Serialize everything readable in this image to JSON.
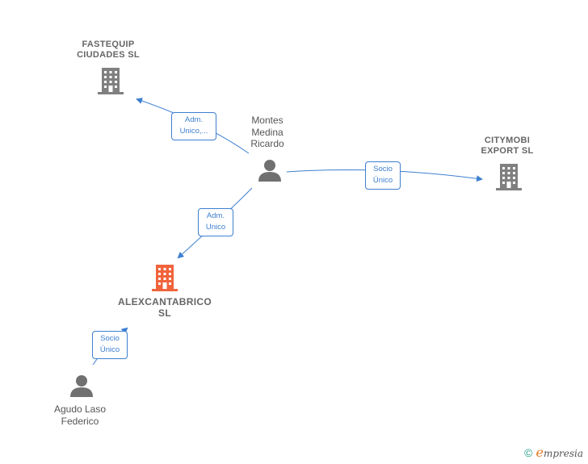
{
  "nodes": {
    "fastequip": {
      "label": "FASTEQUIP\nCIUDADES  SL",
      "type": "company"
    },
    "citymobi": {
      "label": "CITYMOBI\nEXPORT  SL",
      "type": "company"
    },
    "alexcantabrico": {
      "label": "ALEXCANTABRICO\nSL",
      "type": "company",
      "highlight": true
    },
    "montes": {
      "label": "Montes\nMedina\nRicardo",
      "type": "person"
    },
    "agudo": {
      "label": "Agudo Laso\nFederico",
      "type": "person"
    }
  },
  "edges": [
    {
      "id": "montes-fastequip",
      "label": "Adm.\nUnico,..."
    },
    {
      "id": "montes-citymobi",
      "label": "Socio\nÚnico"
    },
    {
      "id": "montes-alex",
      "label": "Adm.\nUnico"
    },
    {
      "id": "agudo-alex",
      "label": "Socio\nÚnico"
    }
  ],
  "colors": {
    "edge": "#3d7fd0",
    "company": "#808080",
    "company_highlight": "#f0643c",
    "person": "#707070"
  },
  "brand": {
    "copyright": "©",
    "e": "e",
    "rest": "mpresia"
  }
}
